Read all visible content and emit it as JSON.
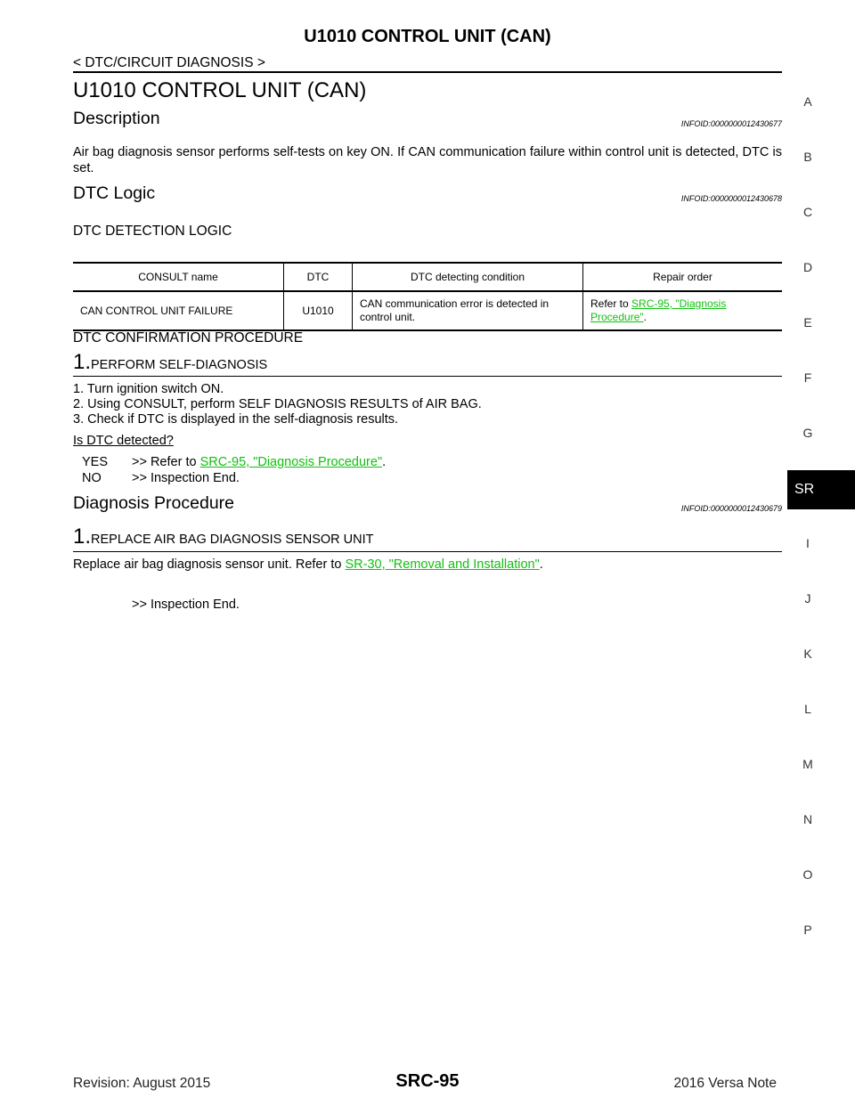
{
  "header": {
    "title": "U1010 CONTROL UNIT (CAN)",
    "crumb": "< DTC/CIRCUIT DIAGNOSIS >"
  },
  "page_title": "U1010 CONTROL UNIT (CAN)",
  "description": {
    "heading": "Description",
    "infoid": "INFOID:0000000012430677",
    "text": "Air bag diagnosis sensor performs self-tests on key ON.  If CAN communication failure within control unit is detected, DTC is set."
  },
  "dtc_logic": {
    "heading": "DTC Logic",
    "infoid": "INFOID:0000000012430678",
    "detection_heading": "DTC DETECTION LOGIC",
    "table": {
      "headers": [
        "CONSULT name",
        "DTC",
        "DTC detecting condition",
        "Repair order"
      ],
      "row": {
        "name": "CAN CONTROL UNIT FAILURE",
        "dtc": "U1010",
        "condition": "CAN communication error is detected in control unit.",
        "repair_prefix": "Refer to ",
        "repair_link": "SRC-95, \"Diagnosis Procedure\"",
        "repair_suffix": "."
      }
    },
    "confirmation_heading": "DTC CONFIRMATION PROCEDURE",
    "step": {
      "number": "1.",
      "title": "PERFORM SELF-DIAGNOSIS"
    },
    "steps": [
      "1. Turn ignition switch ON.",
      "2. Using CONSULT, perform SELF DIAGNOSIS RESULTS of AIR BAG.",
      "3. Check if DTC is displayed in the self-diagnosis results."
    ],
    "question": "Is DTC detected?",
    "yes_label": "YES",
    "yes_prefix": ">> Refer to ",
    "yes_link": "SRC-95, \"Diagnosis Procedure\"",
    "yes_suffix": ".",
    "no_label": "NO",
    "no_text": ">> Inspection End."
  },
  "diagnosis": {
    "heading": "Diagnosis Procedure",
    "infoid": "INFOID:0000000012430679",
    "step": {
      "number": "1.",
      "title": "REPLACE AIR BAG DIAGNOSIS SENSOR UNIT"
    },
    "text_prefix": "Replace air bag diagnosis sensor unit. Refer to ",
    "link": "SR-30, \"Removal and Installation\"",
    "text_suffix": ".",
    "end": ">> Inspection End."
  },
  "side_index": {
    "letters_top": [
      "A",
      "B",
      "C",
      "D",
      "E",
      "F",
      "G"
    ],
    "active": "SR",
    "letters_bottom": [
      "I",
      "J",
      "K",
      "L",
      "M",
      "N",
      "O",
      "P"
    ]
  },
  "footer": {
    "revision": "Revision: August 2015",
    "page": "SRC-95",
    "model": "2016 Versa Note"
  },
  "colors": {
    "link": "#10c010",
    "tab_bg": "#000000"
  }
}
